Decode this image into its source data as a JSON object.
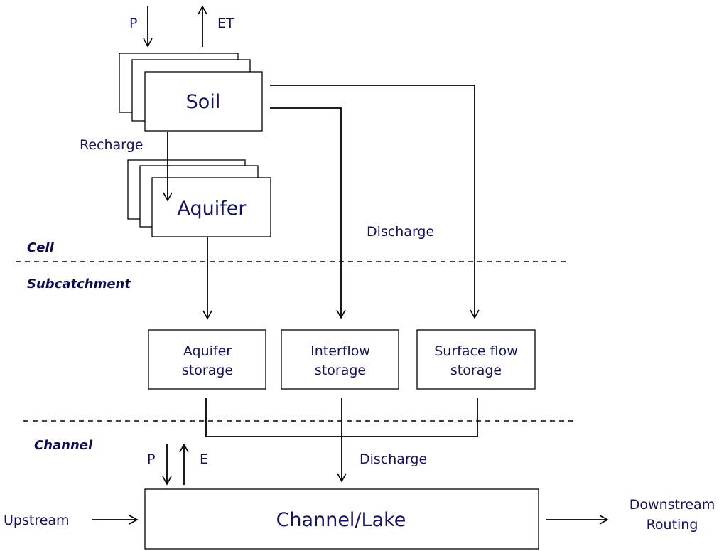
{
  "cell": {
    "precip_label": "P",
    "et_label": "ET",
    "soil_label": "Soil",
    "recharge_label": "Recharge",
    "aquifer_label": "Aquifer",
    "discharge_label": "Discharge",
    "zone_label": "Cell"
  },
  "subcatchment": {
    "zone_label": "Subcatchment",
    "storages": [
      {
        "line1": "Aquifer",
        "line2": "storage"
      },
      {
        "line1": "Interflow",
        "line2": "storage"
      },
      {
        "line1": "Surface flow",
        "line2": "storage"
      }
    ]
  },
  "channel": {
    "zone_label": "Channel",
    "precip_label": "P",
    "evap_label": "E",
    "discharge_label": "Discharge",
    "channel_label": "Channel/Lake",
    "upstream_label": "Upstream",
    "downstream_line1": "Downstream",
    "downstream_line2": "Routing"
  }
}
